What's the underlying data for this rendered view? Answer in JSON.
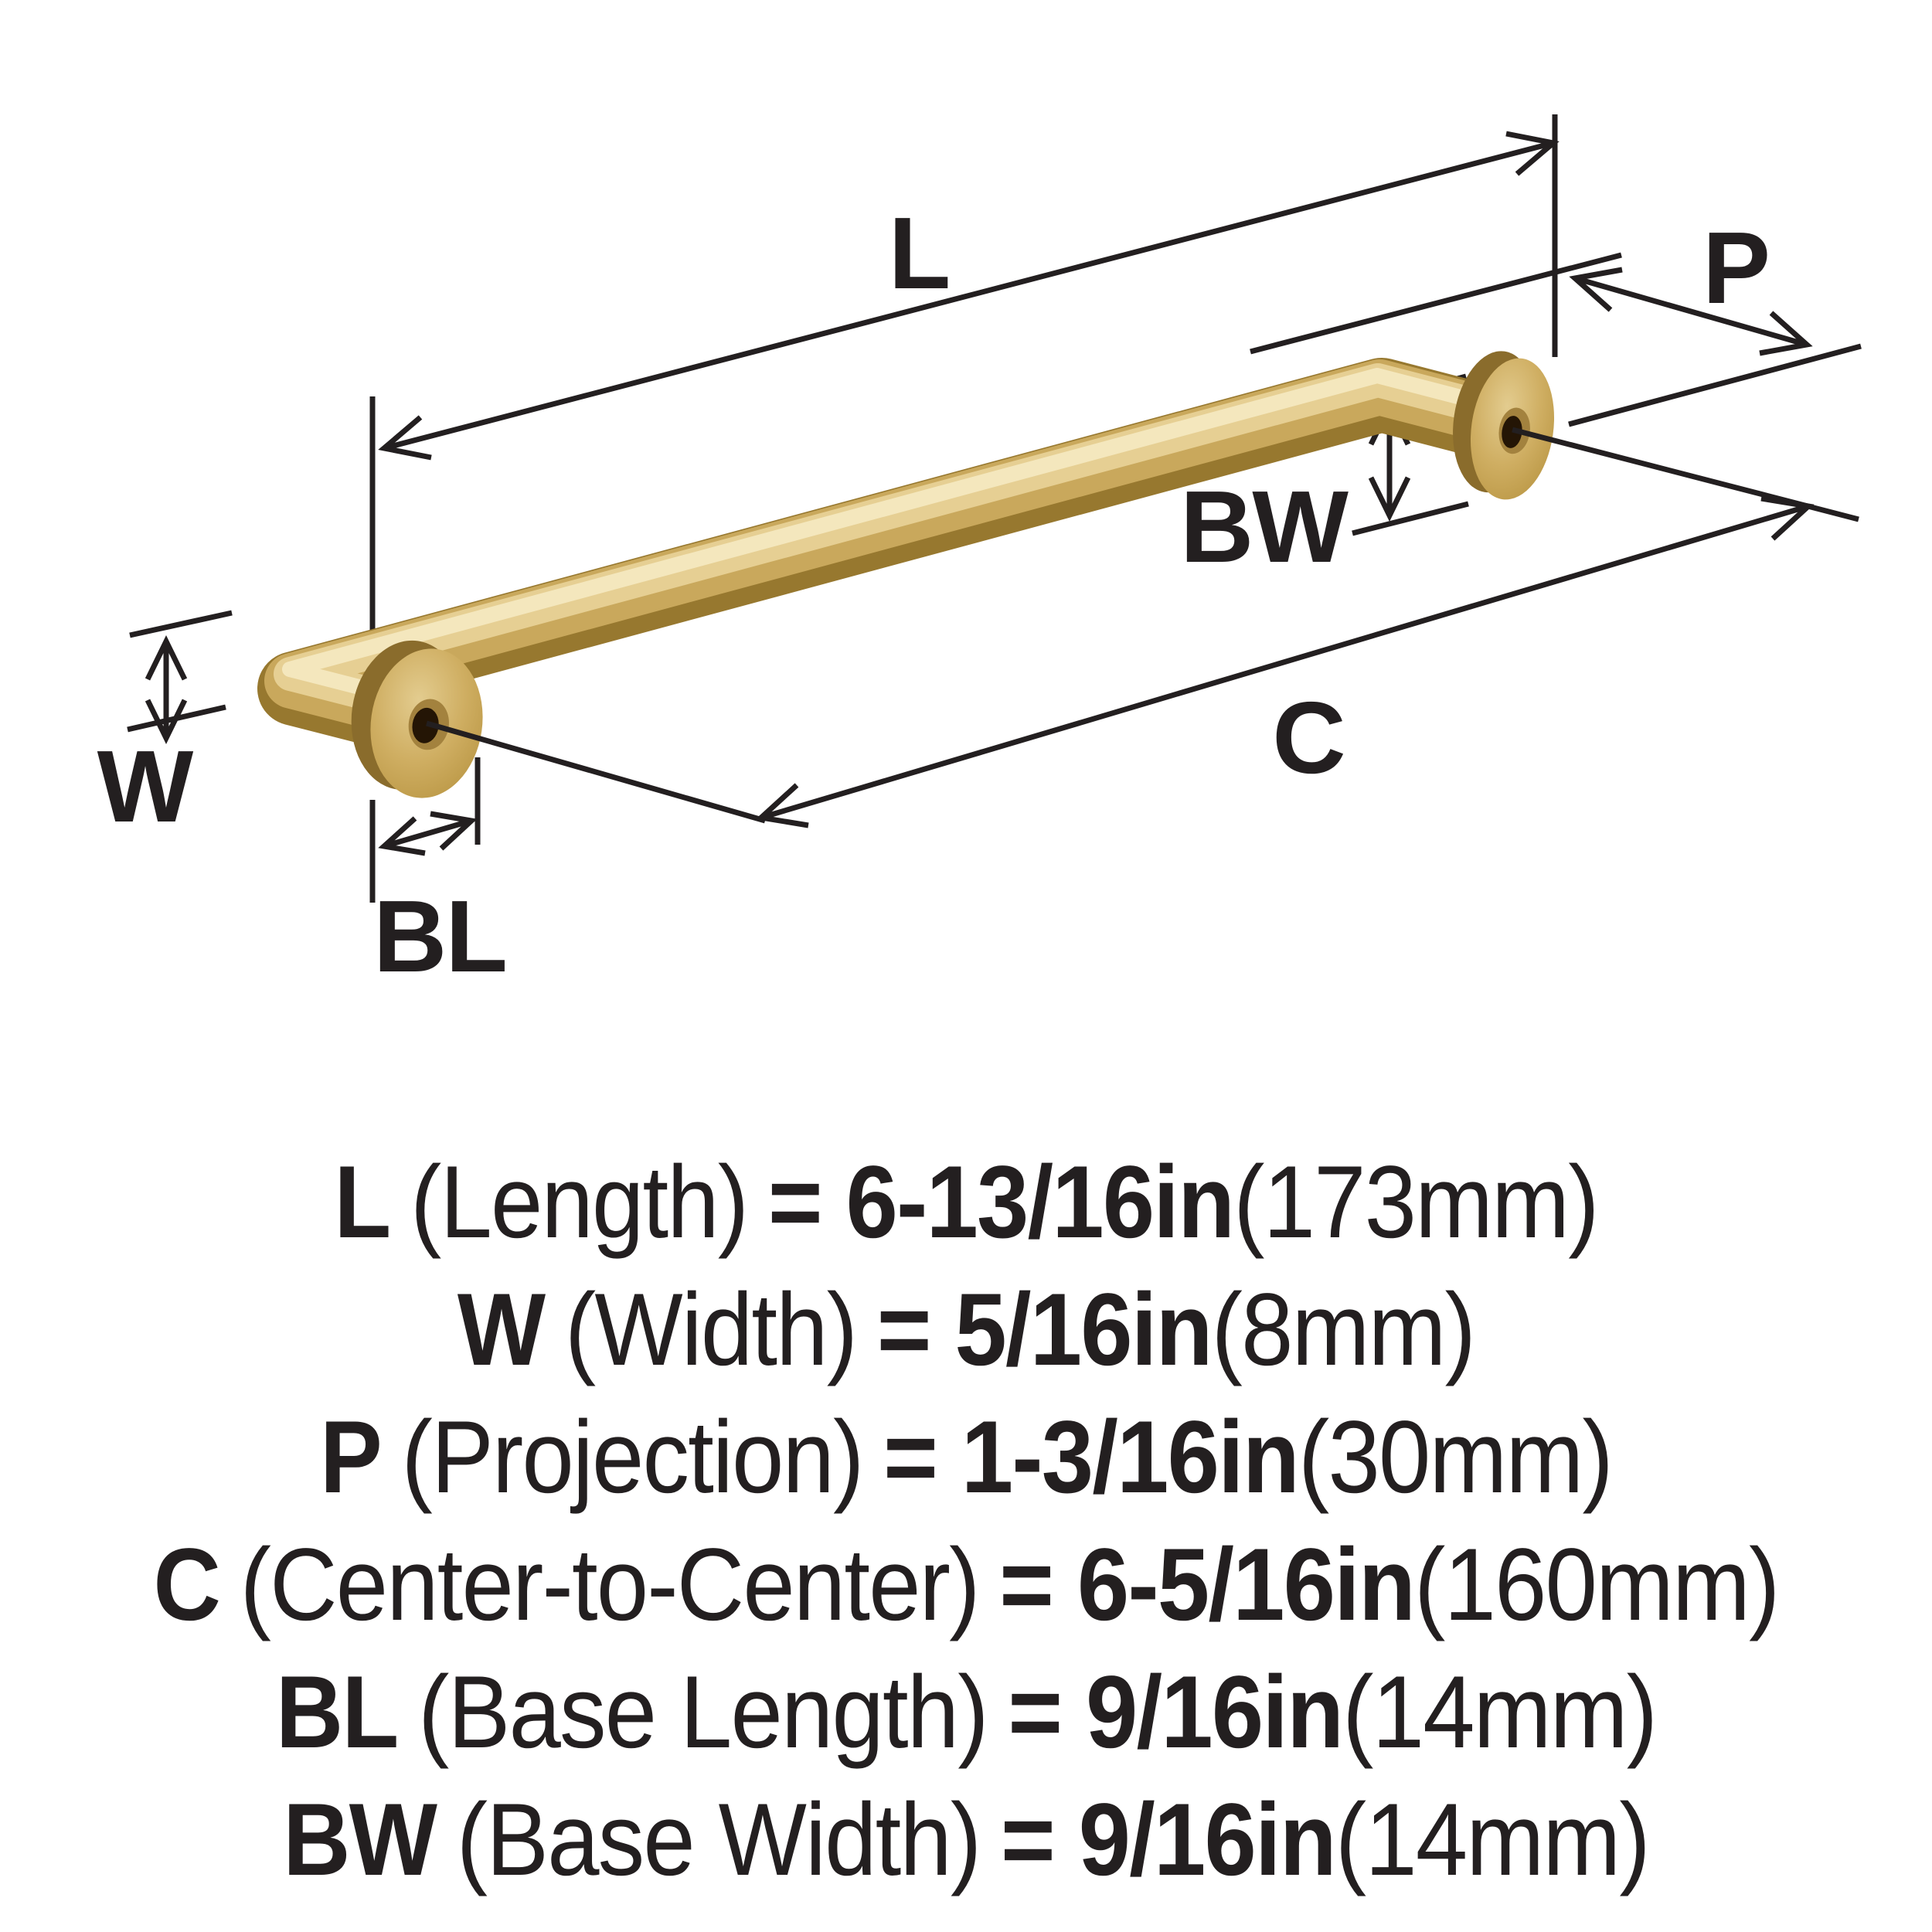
{
  "diagram": {
    "labels": {
      "length": "L",
      "projection": "P",
      "width": "W",
      "base_width": "BW",
      "center_to_center": "C",
      "base_length": "BL"
    },
    "colors": {
      "line_black": "#231f20",
      "gold_base": "#97782f",
      "gold_mid": "#c9a85c",
      "gold_light": "#e6cf93",
      "gold_highlight": "#f4e7bd",
      "plate_face_light": "#e3cc8f",
      "plate_face": "#bb9846",
      "plate_rim": "#8a6c2c",
      "hole_ring": "#a3823e",
      "hole_dark": "#241505"
    }
  },
  "specs": [
    {
      "label": "L",
      "name": "(Length)",
      "value": "= 6-13/16in",
      "metric": "(173mm)"
    },
    {
      "label": "W",
      "name": "(Width)",
      "value": "= 5/16in",
      "metric": "(8mm)"
    },
    {
      "label": "P",
      "name": "(Projection)",
      "value": "= 1-3/16in",
      "metric": "(30mm)"
    },
    {
      "label": "C",
      "name": "(Center-to-Center)",
      "value": "= 6-5/16in",
      "metric": "(160mm)"
    },
    {
      "label": "BL",
      "name": "(Base Length)",
      "value": "= 9/16in",
      "metric": "(14mm)"
    },
    {
      "label": "BW",
      "name": "(Base Width)",
      "value": "= 9/16in",
      "metric": "(14mm)"
    }
  ]
}
